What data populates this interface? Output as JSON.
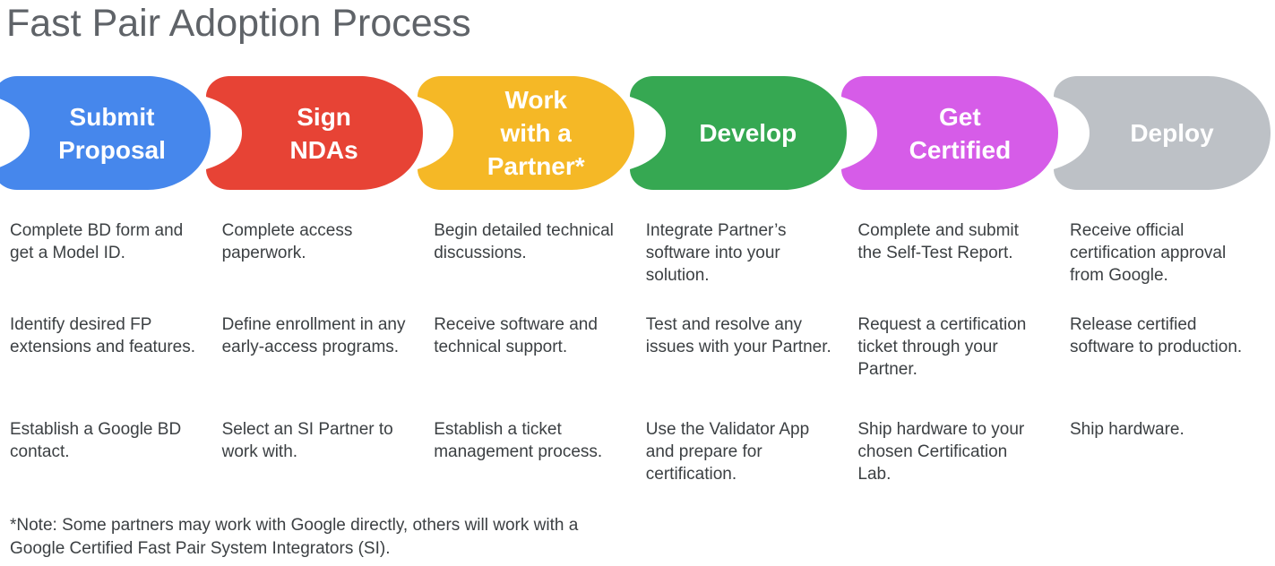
{
  "title": "Fast Pair Adoption Process",
  "note": "*Note: Some partners may work with Google directly, others will work with a Google Certified Fast Pair System Integrators (SI).",
  "stages": [
    {
      "id": "submit-proposal",
      "label": "Submit\nProposal",
      "color": "#4687EC",
      "steps": [
        "Complete BD form and get a Model ID.",
        "Identify desired FP extensions and features.",
        "Establish a Google BD contact."
      ]
    },
    {
      "id": "sign-ndas",
      "label": "Sign\nNDAs",
      "color": "#E74335",
      "steps": [
        "Complete access paperwork.",
        "Define enrollment in any early-access programs.",
        "Select an SI Partner to work with."
      ]
    },
    {
      "id": "work-with-partner",
      "label": "Work\nwith a\nPartner*",
      "color": "#F5B826",
      "steps": [
        "Begin detailed technical discussions.",
        "Receive software and technical support.",
        "Establish a ticket management process."
      ]
    },
    {
      "id": "develop",
      "label": "Develop",
      "color": "#36A852",
      "steps": [
        "Integrate Partner’s software into your solution.",
        "Test and resolve any issues with your Partner.",
        "Use the Validator App and prepare for certification."
      ]
    },
    {
      "id": "get-certified",
      "label": "Get\nCertified",
      "color": "#D65CE8",
      "steps": [
        "Complete and submit the Self-Test Report.",
        "Request a certification ticket through your Partner.",
        "Ship hardware to your chosen Certification Lab."
      ]
    },
    {
      "id": "deploy",
      "label": "Deploy",
      "color": "#BDC1C6",
      "steps": [
        "Receive official certification approval from Google.",
        "Release certified software to production.",
        "Ship hardware."
      ]
    }
  ]
}
